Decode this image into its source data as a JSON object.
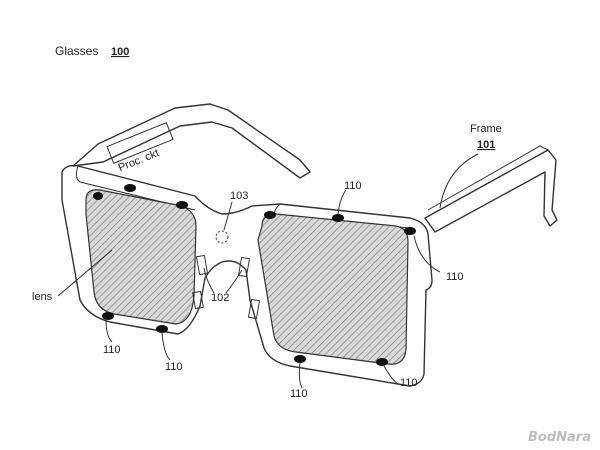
{
  "title": {
    "text": "Glasses",
    "number": "100"
  },
  "frame": {
    "text": "Frame",
    "number": "101"
  },
  "processor": {
    "text": "Proc. ckt"
  },
  "lens_label": "lens",
  "refs": {
    "bridge": "102",
    "center_sensor": "103",
    "sensor_tr1": "110",
    "sensor_tr2": "110",
    "sensor_bl1": "110",
    "sensor_bl2": "110",
    "sensor_br1": "110",
    "sensor_br2": "110"
  },
  "watermark": "BodNara"
}
